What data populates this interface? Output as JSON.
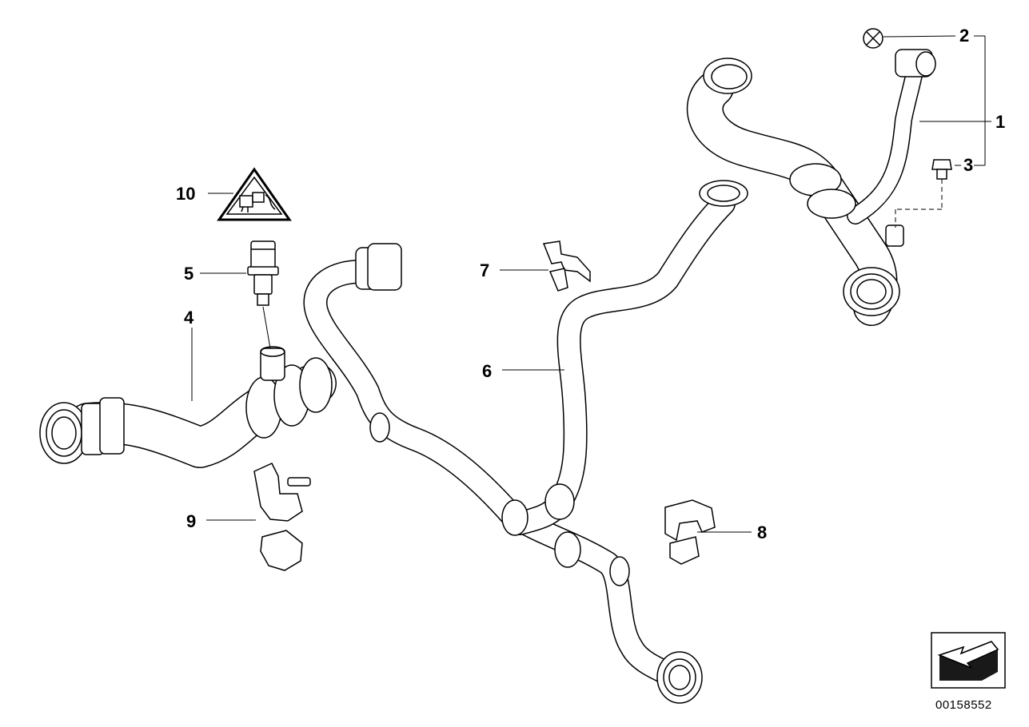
{
  "callouts": [
    {
      "id": "1",
      "label": "1"
    },
    {
      "id": "2",
      "label": "2"
    },
    {
      "id": "3",
      "label": "3"
    },
    {
      "id": "4",
      "label": "4"
    },
    {
      "id": "5",
      "label": "5"
    },
    {
      "id": "6",
      "label": "6"
    },
    {
      "id": "7",
      "label": "7"
    },
    {
      "id": "8",
      "label": "8"
    },
    {
      "id": "9",
      "label": "9"
    },
    {
      "id": "10",
      "label": "10"
    }
  ],
  "reference_number": "00158552",
  "icons": {
    "warning": "hot-hose-warning-icon",
    "navigation": "direction-arrow-icon"
  },
  "colors": {
    "line": "#000000",
    "background": "#ffffff"
  }
}
